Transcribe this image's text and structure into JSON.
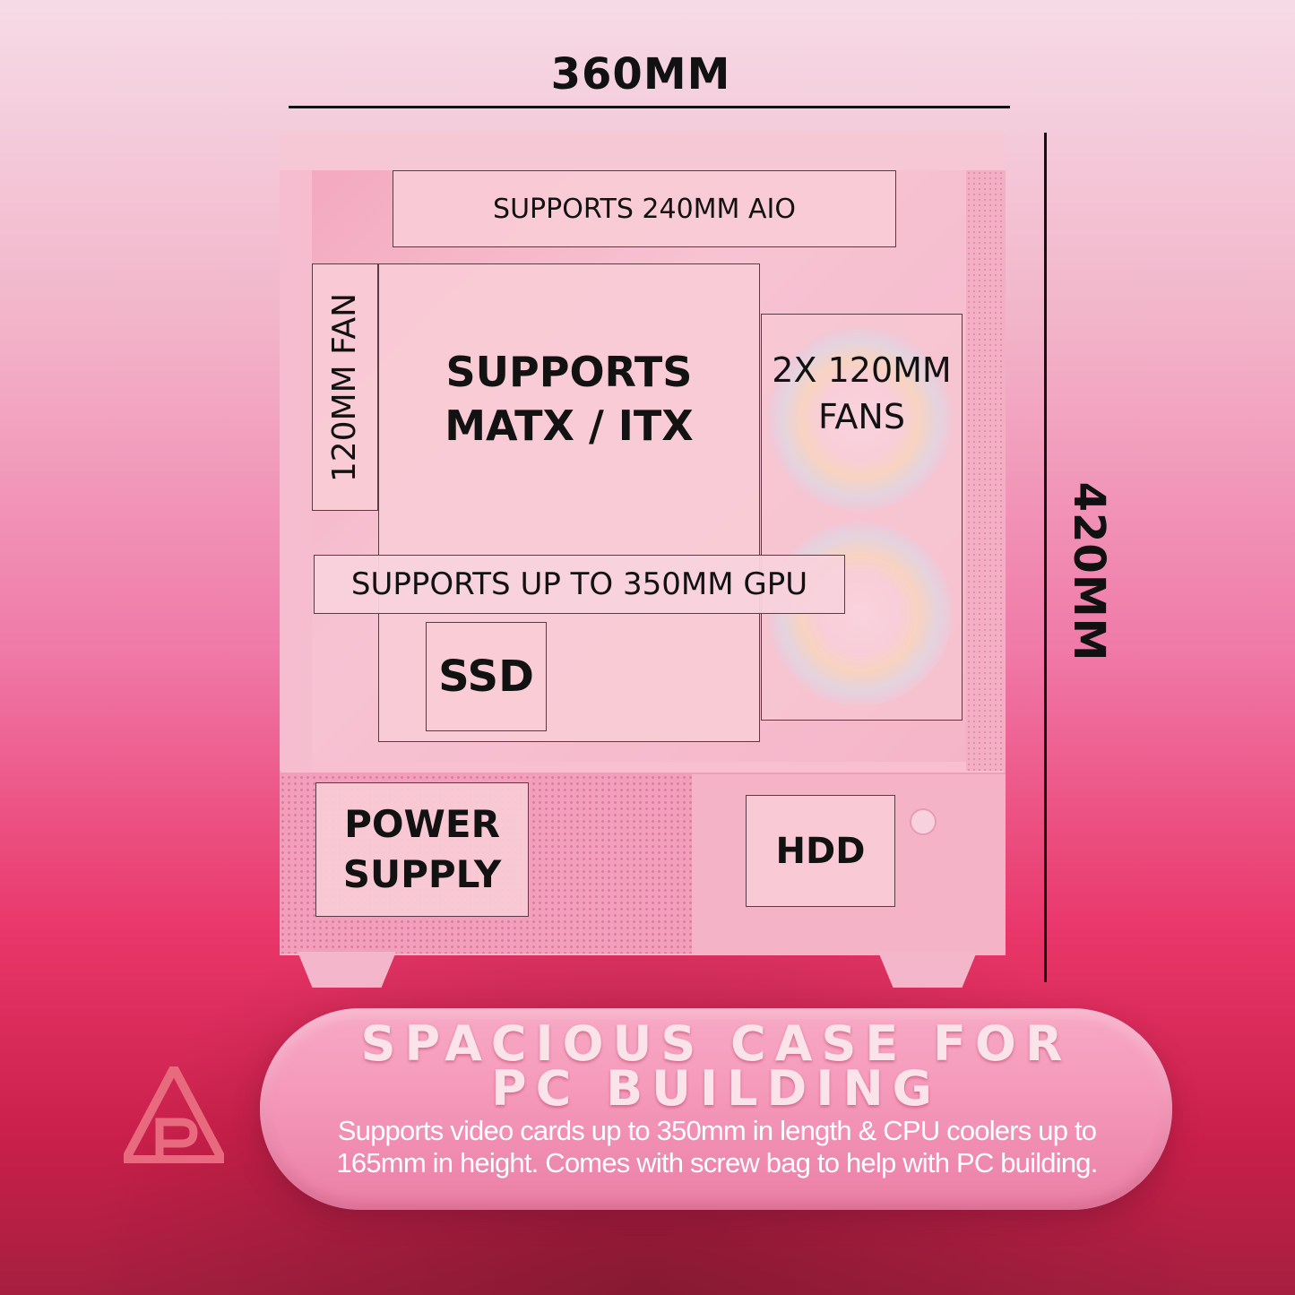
{
  "dimensions": {
    "width": "360MM",
    "height": "420MM"
  },
  "labels": {
    "aio": "SUPPORTS 240MM AIO",
    "rear_fan": "120MM FAN",
    "motherboard": [
      "SUPPORTS",
      "MATX / ITX"
    ],
    "front_fans": [
      "2X 120MM",
      "FANS"
    ],
    "gpu": "SUPPORTS UP TO 350MM GPU",
    "ssd": "SSD",
    "psu": [
      "POWER",
      "SUPPLY"
    ],
    "hdd": "HDD"
  },
  "banner": {
    "title_line1": "SPACIOUS CASE FOR",
    "title_line2": "PC BUILDING",
    "desc_line1": "Supports video cards up to 350mm in length & CPU coolers up to",
    "desc_line2": "165mm in height. Comes with screw bag to help with PC building."
  },
  "colors": {
    "case_pink": "#f7bfd0",
    "label_fill": "#f8ccd6",
    "banner_pink": "#f59abb",
    "background_red": "#e9366a"
  },
  "icons": {
    "logo": "triangle-a-logo-icon"
  }
}
